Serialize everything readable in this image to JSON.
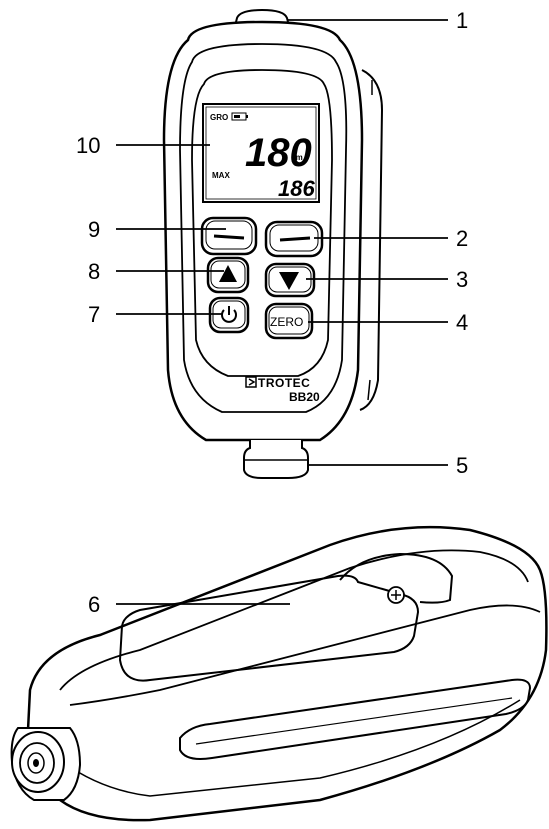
{
  "display": {
    "gro_label": "GRO",
    "reading": "180",
    "unit": "µm",
    "max_label": "MAX",
    "max_value": "186"
  },
  "keys": {
    "zero_label": "ZERO"
  },
  "brand": {
    "name": "TROTEC",
    "model": "BB20"
  },
  "callouts": [
    "1",
    "2",
    "3",
    "4",
    "5",
    "6",
    "7",
    "8",
    "9",
    "10"
  ],
  "icons": {
    "up": "up-triangle-icon",
    "down": "down-triangle-icon",
    "power": "power-icon",
    "battery": "battery-icon",
    "logo": "trotec-logo-arrow-icon"
  }
}
